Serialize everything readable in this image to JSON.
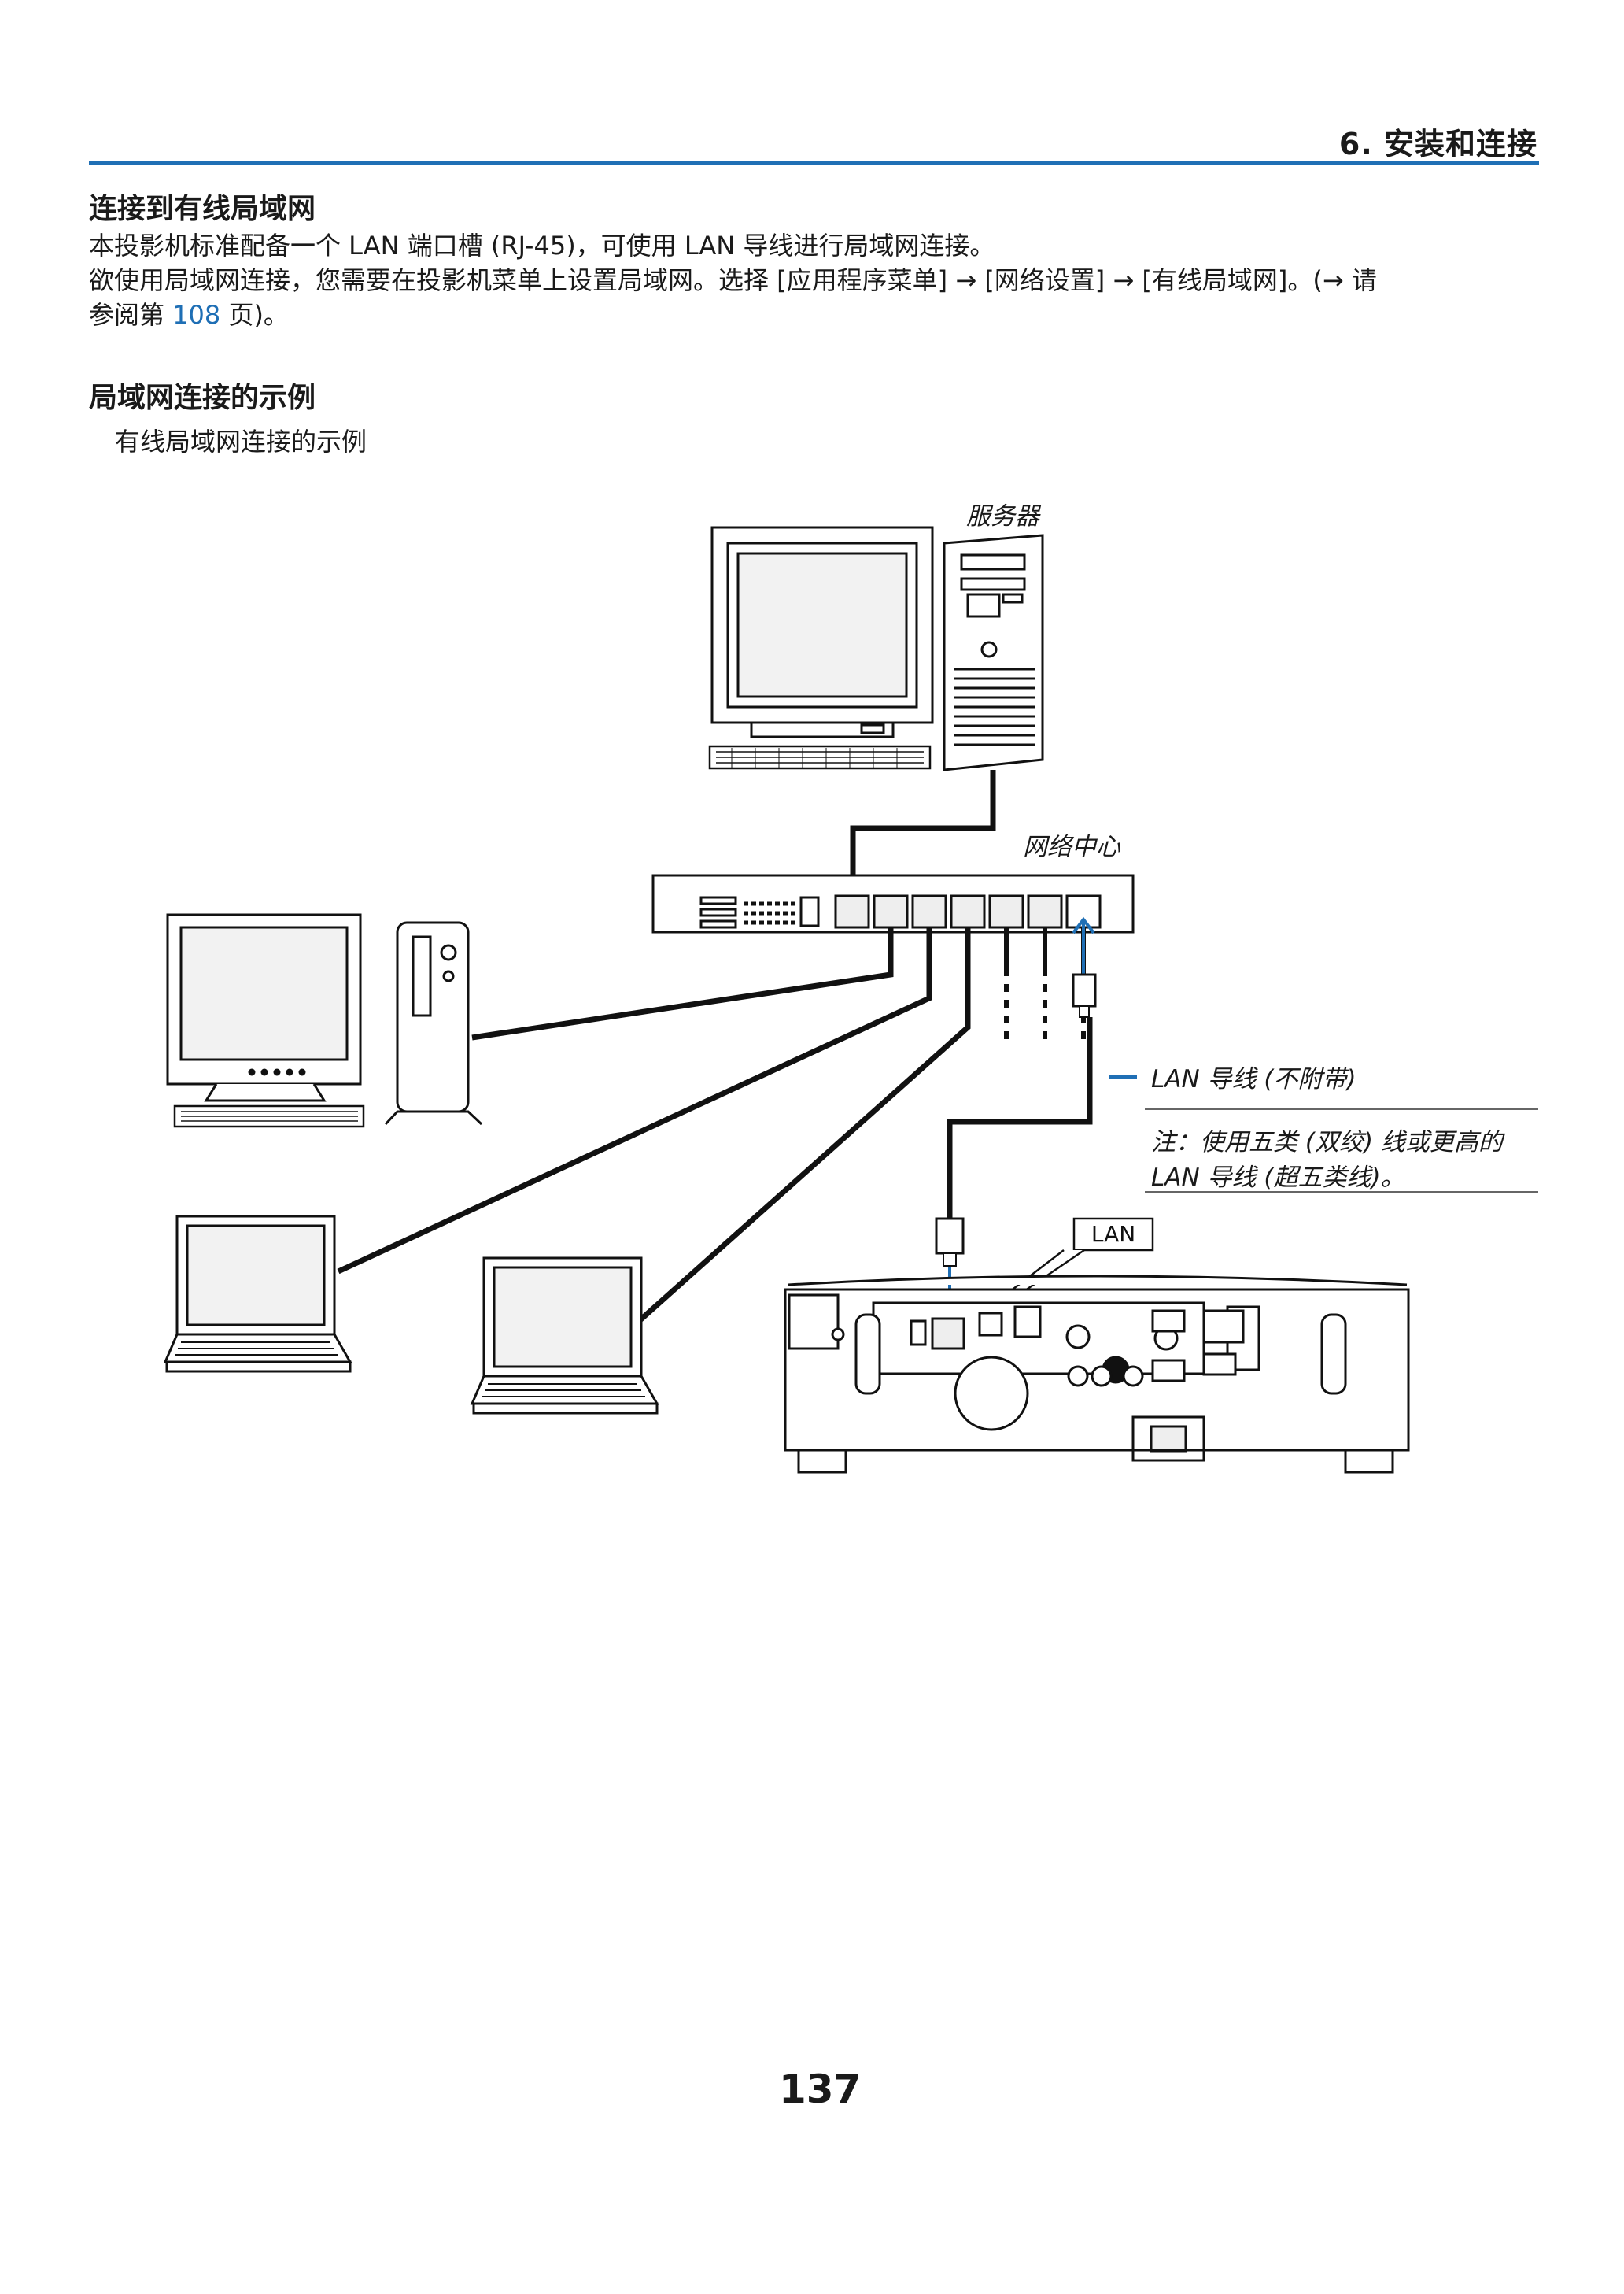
{
  "header": {
    "chapter": "6. 安装和连接"
  },
  "section": {
    "title": "连接到有线局域网",
    "paragraph1": "本投影机标准配备一个 LAN 端口槽 (RJ-45)，可使用 LAN 导线进行局域网连接。",
    "paragraph2_line1": "欲使用局域网连接，您需要在投影机菜单上设置局域网。选择 [应用程序菜单] → [网络设置] → [有线局域网]。(→ 请",
    "paragraph2_line2_prefix": "参阅第 ",
    "paragraph2_link": "108",
    "paragraph2_line2_suffix": " 页)。"
  },
  "example": {
    "title": "局域网连接的示例",
    "caption": "有线局域网连接的示例"
  },
  "diagram": {
    "server_label": "服务器",
    "hub_label": "网络中心",
    "cable_label": "LAN 导线 (不附带)",
    "note_line1": "注：使用五类 (双绞) 线或更高的",
    "note_line2": "LAN 导线 (超五类线)。",
    "port_callout": "LAN",
    "colors": {
      "accent": "#1f6fb5",
      "cable": "#111111"
    }
  },
  "page_number": "137"
}
